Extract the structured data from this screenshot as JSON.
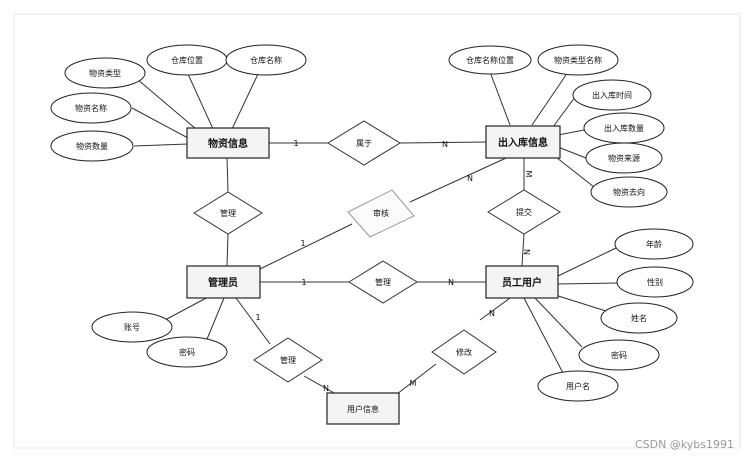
{
  "entities": {
    "wuzi": "物资信息",
    "churuku": "出入库信息",
    "guanliyuan": "管理员",
    "yuangong": "员工用户",
    "yonghu": "用户信息"
  },
  "attributes": {
    "wuzi_leixing": "物资类型",
    "wuzi_cangku_weizhi": "仓库位置",
    "wuzi_cangku_mingcheng": "仓库名称",
    "wuzi_mingcheng": "物资名称",
    "wuzi_shuliang": "物资数量",
    "cr_cangku_mingcheng_weizhi": "仓库名称位置",
    "cr_wuzi_leixing_mingcheng": "物资类型名称",
    "cr_shijian": "出入库时间",
    "cr_shuliang": "出入库数量",
    "cr_laiyuan": "物资来源",
    "cr_quxiang": "物资去向",
    "gly_zhanghao": "账号",
    "gly_mima": "密码",
    "yg_nianling": "年龄",
    "yg_xingbie": "性别",
    "yg_xingming": "姓名",
    "yg_mima": "密码",
    "yg_yonghuming": "用户名"
  },
  "relationships": {
    "shuyu": "属于",
    "guanli_top": "管理",
    "shenhe": "审核",
    "tijiao": "提交",
    "guanli_mid": "管理",
    "guanli_bottom": "管理",
    "xiugai": "修改"
  },
  "cardinalities": {
    "shuyu_left": "1",
    "shuyu_right": "N",
    "shenhe_left": "1",
    "shenhe_right": "N",
    "tijiao_top": "M",
    "tijiao_bottom": "N",
    "guanli_mid_left": "1",
    "guanli_mid_right": "N",
    "guanli_bottom_top": "1",
    "guanli_bottom_bottom": "N",
    "xiugai_top": "N",
    "xiugai_bottom": "M"
  },
  "watermark": "CSDN @kybs1991"
}
